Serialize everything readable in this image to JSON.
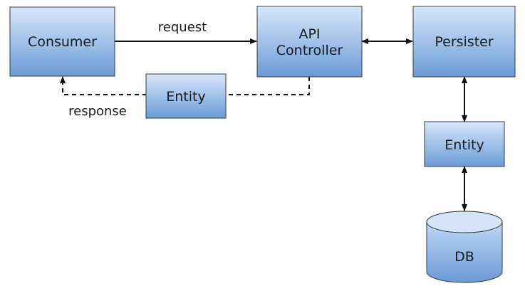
{
  "nodes": {
    "consumer": {
      "label": "Consumer"
    },
    "api_controller": {
      "label_line1": "API",
      "label_line2": "Controller"
    },
    "persister": {
      "label": "Persister"
    },
    "entity_response": {
      "label": "Entity"
    },
    "entity_db": {
      "label": "Entity"
    },
    "db": {
      "label": "DB"
    }
  },
  "edges": {
    "request": {
      "label": "request"
    },
    "response": {
      "label": "response"
    }
  },
  "colors": {
    "box_top": "#d6e6fb",
    "box_bottom": "#6e9ed8",
    "stroke": "#3a3a3a",
    "arrow": "#111111"
  }
}
